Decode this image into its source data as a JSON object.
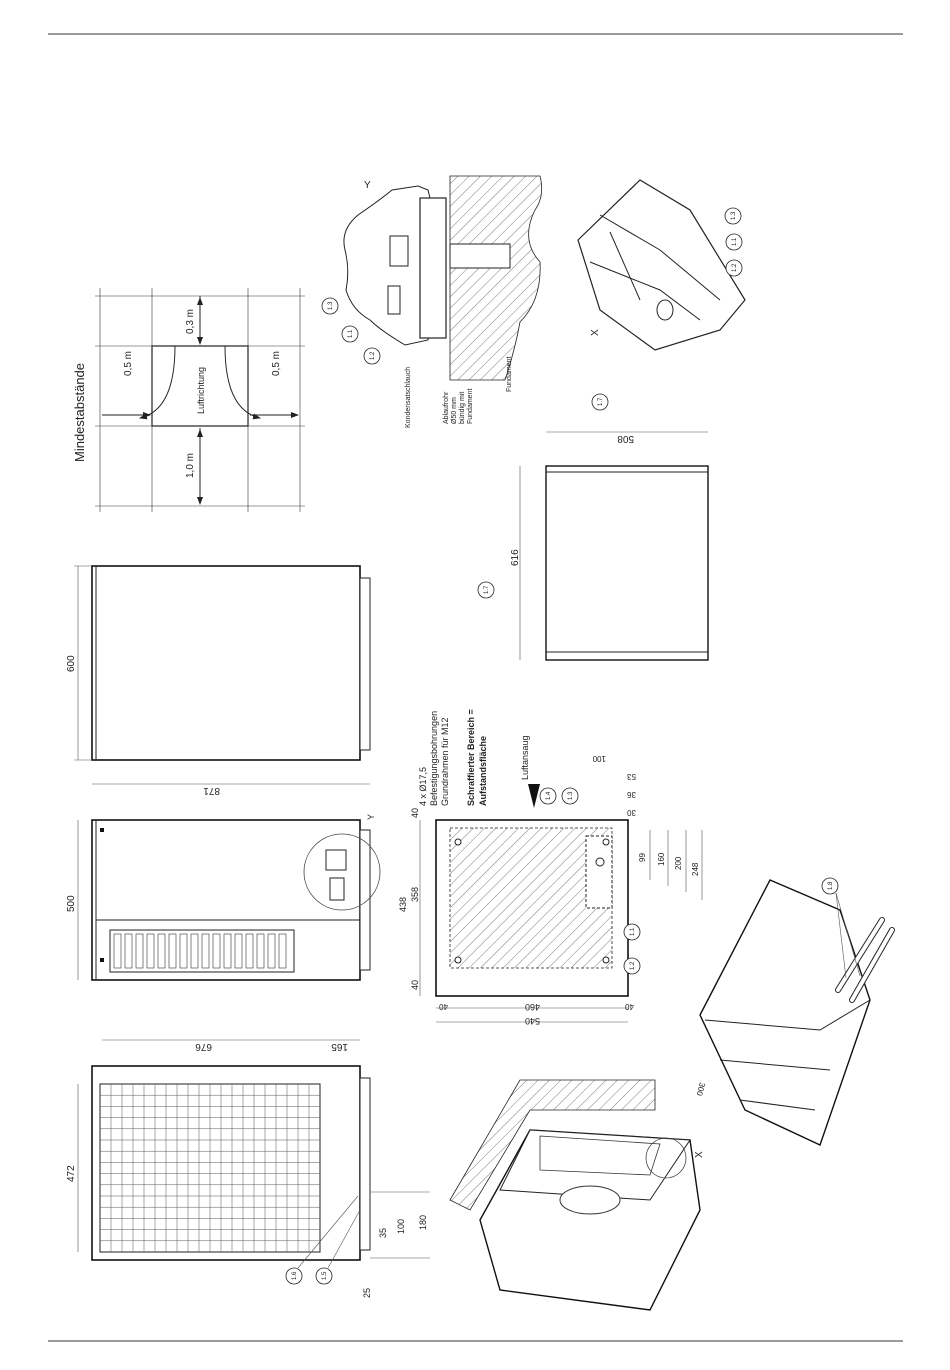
{
  "title": "Mindestabstände",
  "clearance": {
    "front": "1,0 m",
    "back": "0,3 m",
    "left": "0,5 m",
    "right": "0,5 m",
    "air_direction": "Luftrichtung"
  },
  "views": {
    "side_width": "472",
    "front_width": "500",
    "top_width": "600",
    "height_total": "871",
    "dim_676": "676",
    "dim_165": "165",
    "dim_180": "180",
    "dim_100": "100",
    "dim_35": "35",
    "dim_25": "25"
  },
  "foundation": {
    "holes_text": "4 x Ø17,5",
    "holes_desc_1": "Befestigungsbohrungen",
    "holes_desc_2": "Grundrahmen für M12",
    "hatched_1": "Schraffierter Bereich =",
    "hatched_2": "Aufstandsfläche",
    "air_intake": "Luftansaug",
    "dims": [
      "40",
      "438",
      "358",
      "40",
      "460",
      "540",
      "40",
      "40",
      "99",
      "160",
      "200",
      "248",
      "100",
      "53",
      "36",
      "30"
    ]
  },
  "box": {
    "width": "508",
    "depth": "616"
  },
  "section_y": {
    "label": "Y",
    "condensate": "Kondensatschlauch",
    "drain_1": "Ablaufrohr",
    "drain_2": "Ø50 mm",
    "drain_3": "bündig mit",
    "drain_4": "Fundament",
    "foundation": "Fundament"
  },
  "detail_x": {
    "label": "X",
    "dim_300": "300"
  },
  "balloons": [
    "1.1",
    "1.2",
    "1.3",
    "1.4",
    "1.5",
    "1.6",
    "1.7",
    "1.8"
  ]
}
